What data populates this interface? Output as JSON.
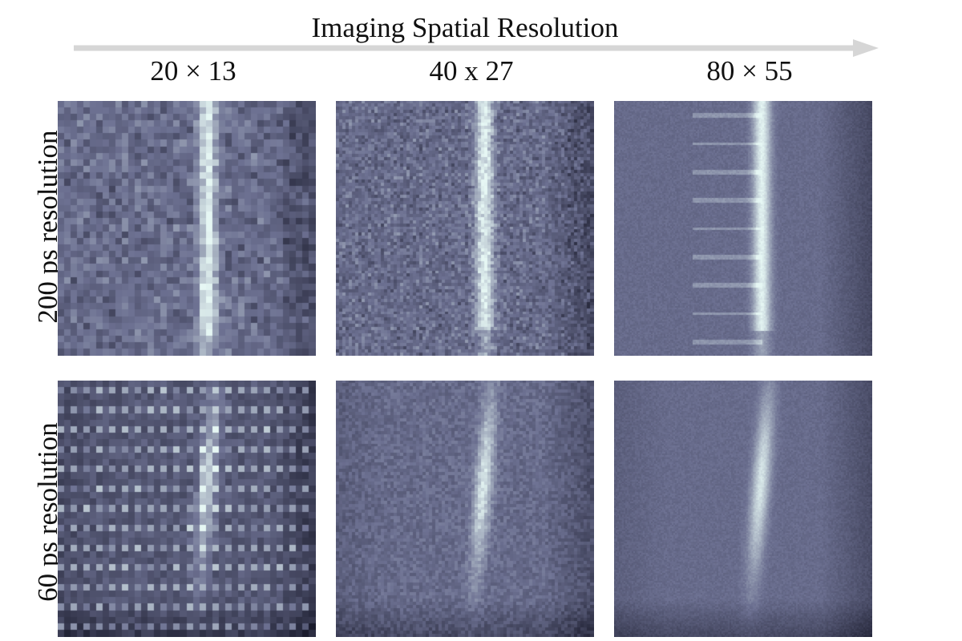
{
  "figure": {
    "title": "Imaging Spatial Resolution",
    "columns": [
      {
        "label": "20 × 13",
        "grid_cols": 20,
        "grid_rows": 13
      },
      {
        "label": "40 x 27",
        "grid_cols": 40,
        "grid_rows": 27
      },
      {
        "label": "80 × 55",
        "grid_cols": 80,
        "grid_rows": 55
      }
    ],
    "rows": [
      {
        "label": "200 ps resolution"
      },
      {
        "label": "60 ps resolution"
      }
    ],
    "colormap": {
      "dark": "#1a1b2c",
      "mid": "#6d7192",
      "bright": "#e6f7f4"
    }
  }
}
